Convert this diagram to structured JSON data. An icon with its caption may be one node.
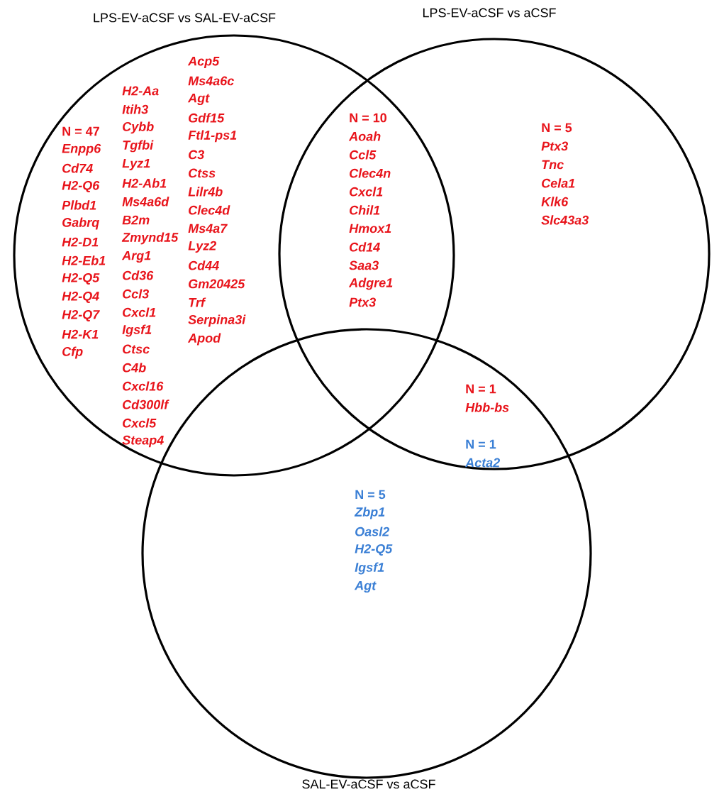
{
  "diagram": {
    "nodes": [
      {
        "text": [
          "LPS-EV-aCSF vs SAL-EV-aCSF"
        ]
      },
      {
        "text": [
          "LPS-EV-aCSF vs aCSF"
        ]
      },
      {
        "text": [
          "SAL-EV-aCSF vs aCSF"
        ]
      }
    ],
    "edges": [],
    "labels": [
      "N = 47",
      "Enpp6",
      "Cd74",
      "H2-Q6",
      "Plbd1",
      "Gabrq",
      "H2-D1",
      "H2-Eb1",
      "H2-Q5",
      "H2-Q4",
      "H2-Q7",
      "H2-K1",
      "Cfp",
      "H2-Aa",
      "Itih3",
      "Cybb",
      "Tgfbi",
      "Lyz1",
      "H2-Ab1",
      "Ms4a6d",
      "B2m",
      "Zmynd15",
      "Arg1",
      "Cd36",
      "Ccl3",
      "Cxcl1",
      "Igsf1",
      "Ctsc",
      "C4b",
      "Cxcl16",
      "Cd300lf",
      "Cxcl5",
      "Steap4",
      "Acp5",
      "Ms4a6c",
      "Agt",
      "Gdf15",
      "Ftl1-ps1",
      "C3",
      "Ctss",
      "Lilr4b",
      "Clec4d",
      "Ms4a7",
      "Lyz2",
      "Cd44",
      "Gm20425",
      "Trf",
      "Serpina3i",
      "Apod",
      "N = 10",
      "Aoah",
      "Ccl5",
      "Clec4n",
      "Cxcl1",
      "Chil1",
      "Hmox1",
      "Cd14",
      "Saa3",
      "Adgre1",
      "Ptx3",
      "N = 5",
      "Ptx3",
      "Tnc",
      "Cela1",
      "Klk6",
      "Slc43a3",
      "N = 1",
      "Hbb-bs",
      "N = 1",
      "Acta2",
      "N = 5",
      "Zbp1",
      "Oasl2",
      "H2-Q5",
      "Igsf1",
      "Agt"
    ]
  }
}
